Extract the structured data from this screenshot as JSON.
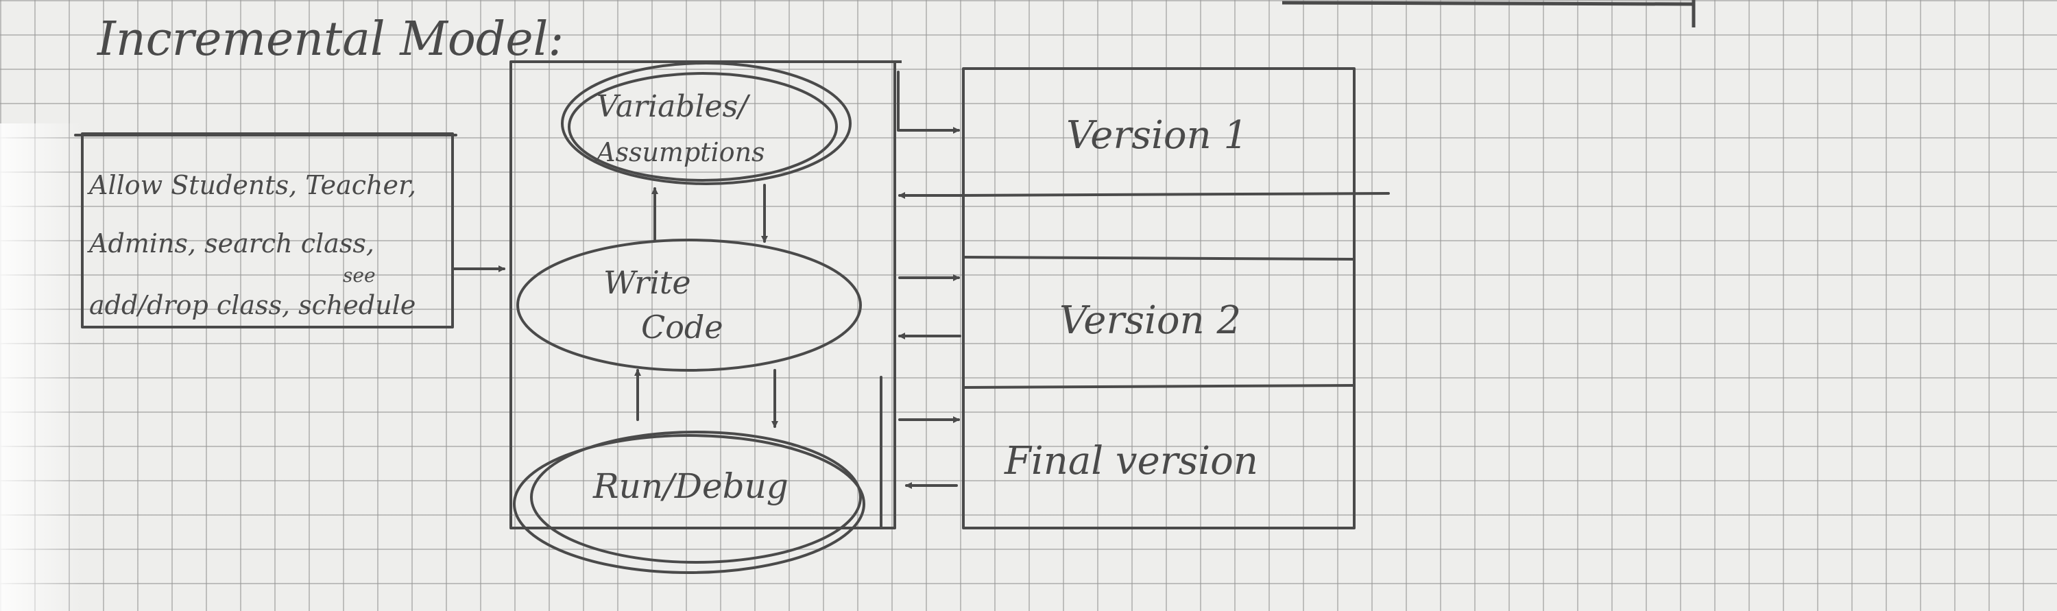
{
  "title": "Incremental Model:",
  "requirements": {
    "line1": "Allow Students, Teacher,",
    "line2": "Admins, search class,",
    "line3_note": "see",
    "line3": "add/drop class, schedule"
  },
  "cycle": {
    "variables_line1": "Variables/",
    "variables_line2": "Assumptions",
    "write_line1": "Write",
    "write_line2": "Code",
    "run": "Run/Debug"
  },
  "versions": [
    "Version 1",
    "Version 2",
    "Final version"
  ],
  "colors": {
    "ink": "#4a4a4a",
    "paper": "#eeeeec",
    "grid": "#9a9a9a"
  }
}
